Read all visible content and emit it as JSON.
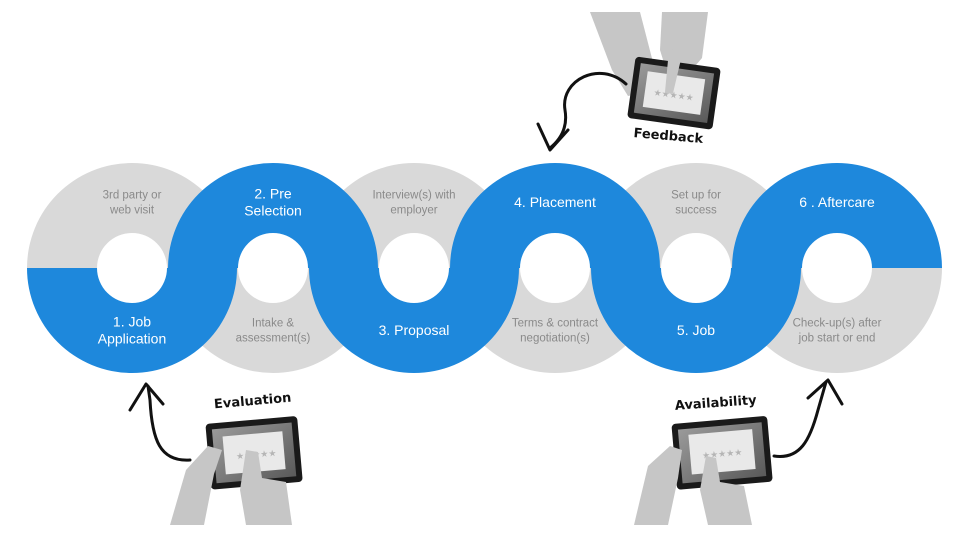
{
  "colors": {
    "blue": "#1e88dc",
    "grey": "#d9d9d9",
    "grey_text": "#8a8a8a",
    "hand": "#c6c6c6",
    "tablet": "#1a1a1a"
  },
  "steps": [
    {
      "label_lines": [
        "1. Job",
        "Application"
      ],
      "half": "bottom",
      "sub_lines": [
        "3rd party or",
        "web visit"
      ]
    },
    {
      "label_lines": [
        "2. Pre",
        "Selection"
      ],
      "half": "top",
      "sub_lines": [
        "Intake &",
        "assessment(s)"
      ]
    },
    {
      "label_lines": [
        "3. Proposal"
      ],
      "half": "bottom",
      "sub_lines": [
        "Interview(s) with",
        "employer"
      ]
    },
    {
      "label_lines": [
        "4. Placement"
      ],
      "half": "top",
      "sub_lines": [
        "Terms & contract",
        "negotiation(s)"
      ]
    },
    {
      "label_lines": [
        "5. Job"
      ],
      "half": "bottom",
      "sub_lines": [
        "Set up for",
        "success"
      ]
    },
    {
      "label_lines": [
        "6 . Aftercare"
      ],
      "half": "top",
      "sub_lines": [
        "Check-up(s) after",
        "job start or end"
      ]
    }
  ],
  "touchpoints": [
    {
      "label": "Feedback",
      "icon": "tablet-rating-icon",
      "target_step": 4
    },
    {
      "label": "Evaluation",
      "icon": "tablet-rating-icon",
      "target_step": 1
    },
    {
      "label": "Availability",
      "icon": "tablet-rating-icon",
      "target_step": 6
    }
  ]
}
